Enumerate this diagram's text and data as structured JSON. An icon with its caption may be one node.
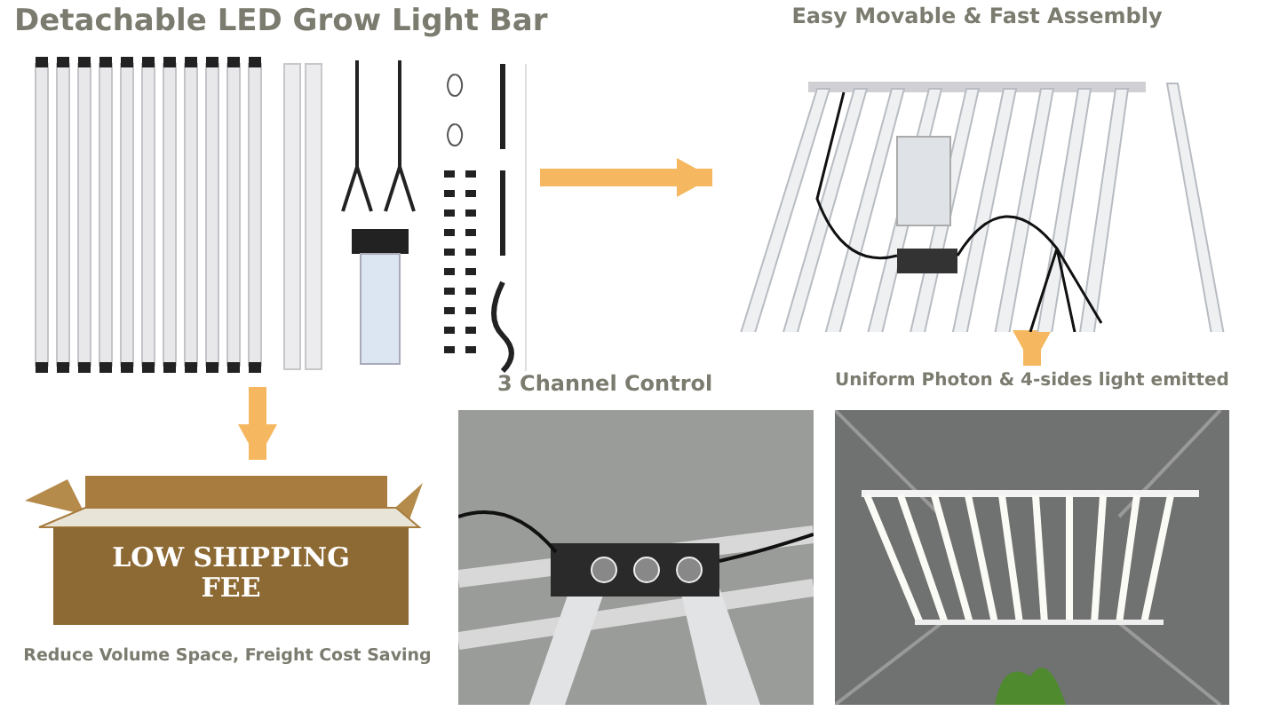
{
  "diagram": {
    "nodes": [
      {
        "text": [
          "Detachable LED Grow Light Bar"
        ]
      },
      {
        "text": [
          "Easy Movable & Fast Assembly"
        ]
      },
      {
        "text": [
          "LOW SHIPPING FEE",
          "Reduce Volume Space, Freight Cost Saving"
        ]
      },
      {
        "text": [
          "3 Channel Control"
        ]
      },
      {
        "text": [
          "Uniform Photon & 4-sides light emitted"
        ]
      }
    ],
    "edges": [
      {
        "from": 0,
        "to": 1,
        "arrow": "to"
      },
      {
        "from": 0,
        "to": 2,
        "arrow": "to"
      },
      {
        "from": 1,
        "to": 4,
        "arrow": "to"
      }
    ]
  }
}
